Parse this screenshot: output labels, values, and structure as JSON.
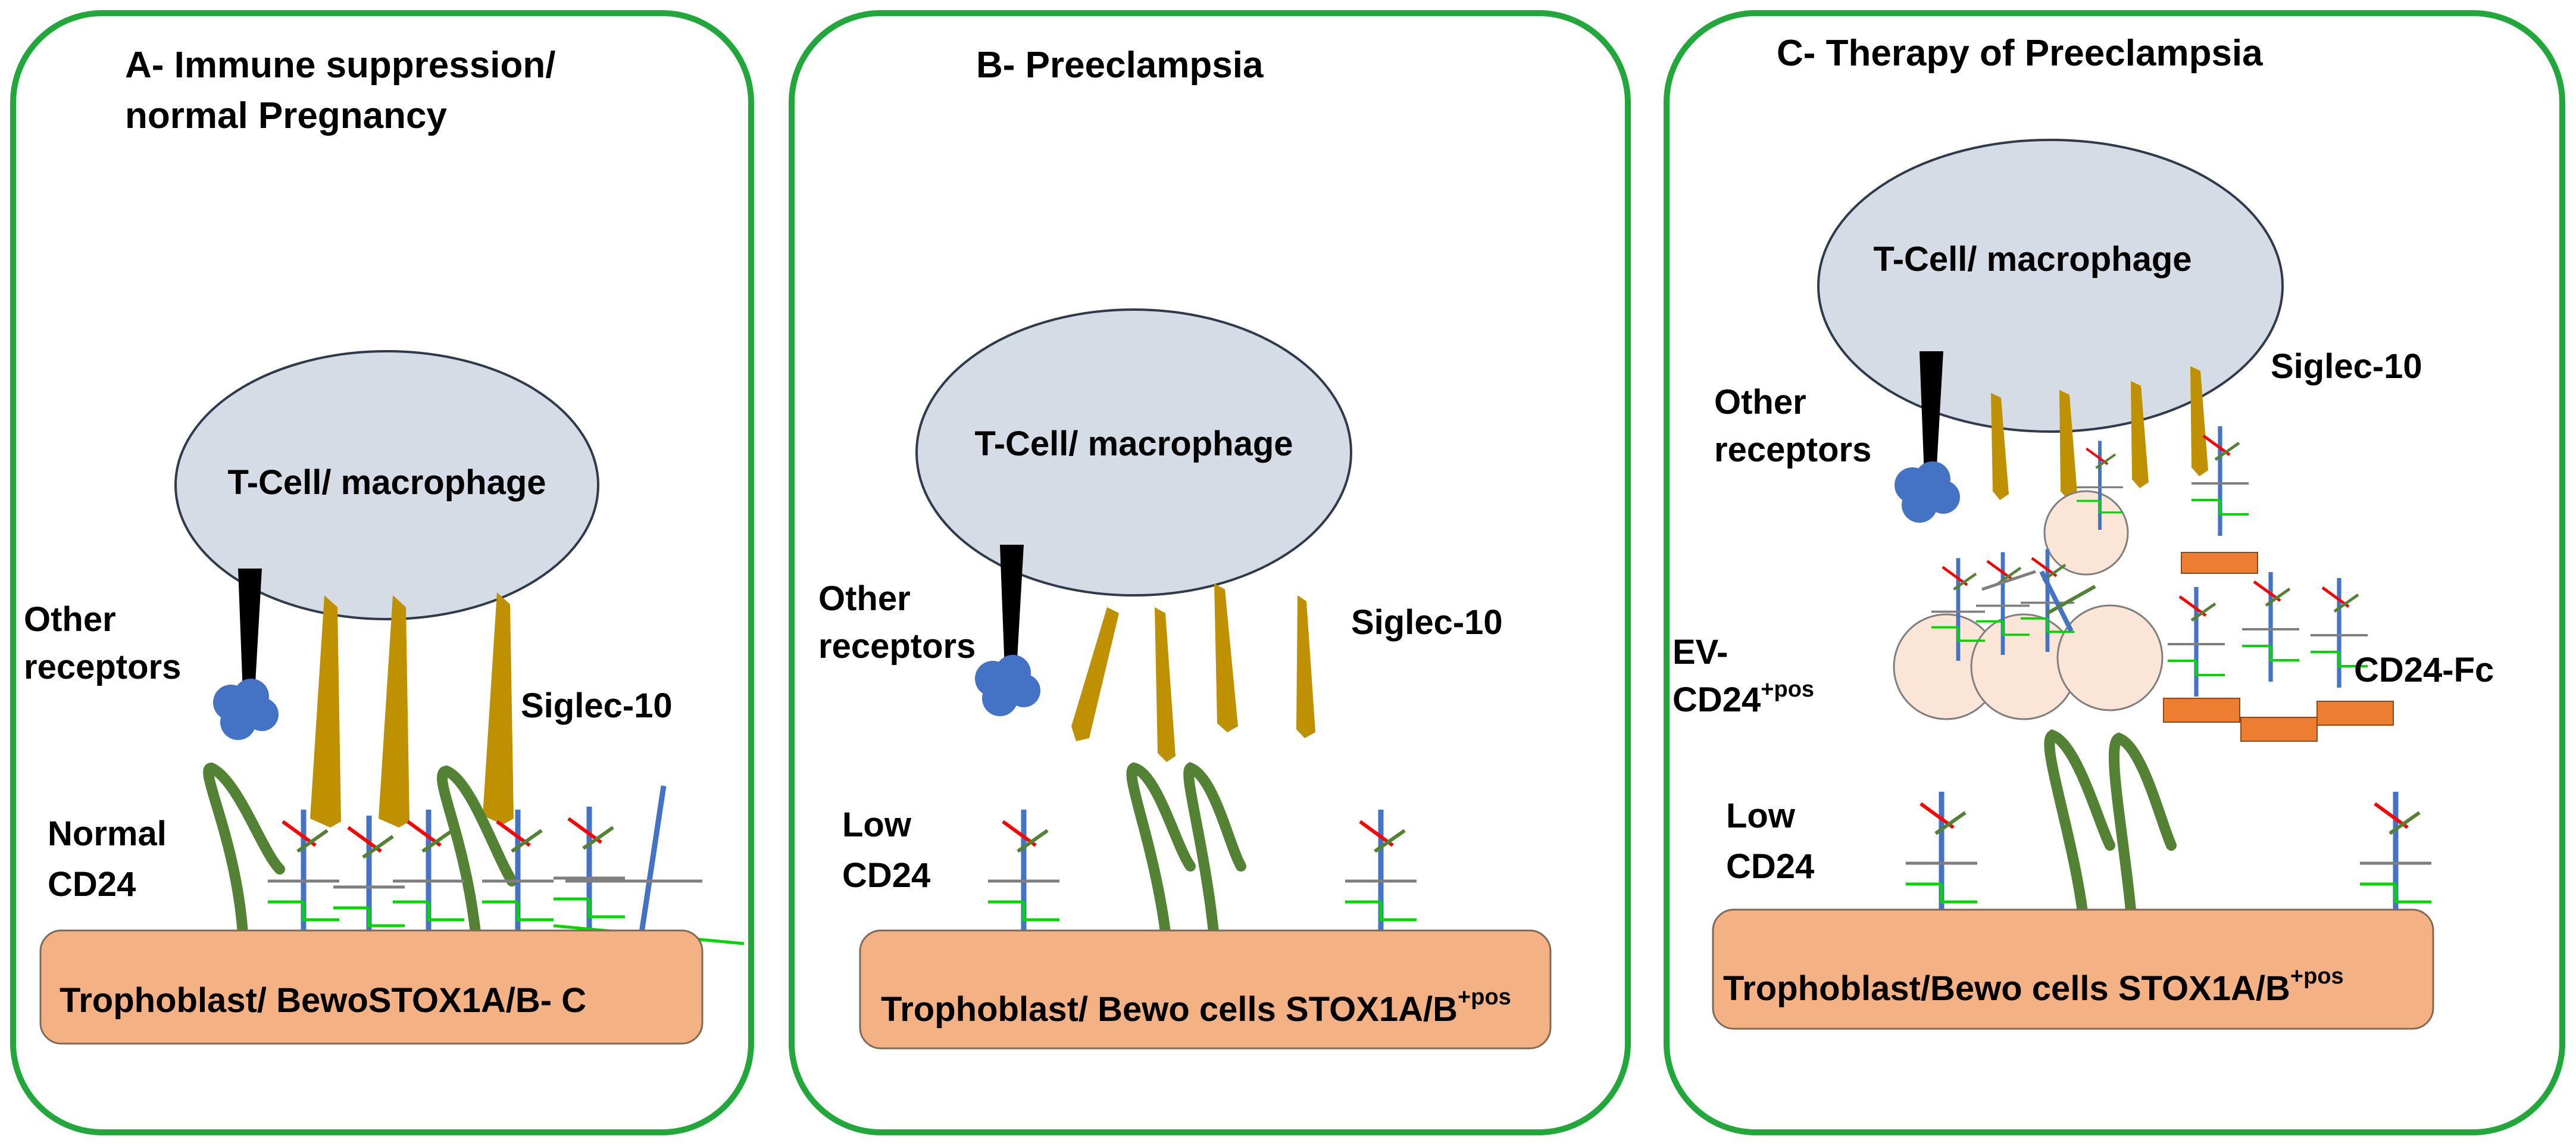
{
  "panels": [
    {
      "title_line1": "A- Immune suppression/",
      "title_line2": "normal Pregnancy",
      "cell_label": "T-Cell/ macrophage",
      "other_receptors_line1": "Other",
      "other_receptors_line2": "receptors",
      "siglec_label": "Siglec-10",
      "cd24_line1": "Normal",
      "cd24_line2": "CD24",
      "trophoblast_label": "Trophoblast/ BewoSTOX1A/B- C"
    },
    {
      "title": "B- Preeclampsia",
      "cell_label": "T-Cell/ macrophage",
      "other_receptors_line1": "Other",
      "other_receptors_line2": "receptors",
      "siglec_label": "Siglec-10",
      "cd24_line1": "Low",
      "cd24_line2": "CD24",
      "trophoblast_label": "Trophoblast/ Bewo cells STOX1A/B",
      "trophoblast_sup": "+pos"
    },
    {
      "title": "C- Therapy  of Preeclampsia",
      "cell_label": "T-Cell/ macrophage",
      "other_receptors_line1": "Other",
      "other_receptors_line2": "receptors",
      "siglec_label": "Siglec-10",
      "ev_line1": "EV-",
      "ev_line2": "CD24",
      "ev_sup": "+pos",
      "cd24fc_label": "CD24-Fc",
      "cd24_line1": "Low",
      "cd24_line2": "CD24",
      "trophoblast_label": "Trophoblast/Bewo cells STOX1A/B",
      "trophoblast_sup": "+pos"
    }
  ],
  "colors": {
    "panel_border": "#22a83a",
    "cell_fill": "#d6dce5",
    "trophoblast_fill": "#f4b183",
    "siglec_fill": "#bf9000",
    "receptor_black": "#000000",
    "receptor_blue": "#4472c4",
    "cd24_stem_blue": "#4472c4",
    "cd24_branch_red": "#ff0000",
    "cd24_branch_olive": "#548235",
    "cd24_branch_gray": "#7f7f7f",
    "cd24_branch_green": "#00d800",
    "hook_green": "#548235",
    "ev_fill": "#fbe5d6",
    "cd24fc_fill": "#ed7d31"
  }
}
